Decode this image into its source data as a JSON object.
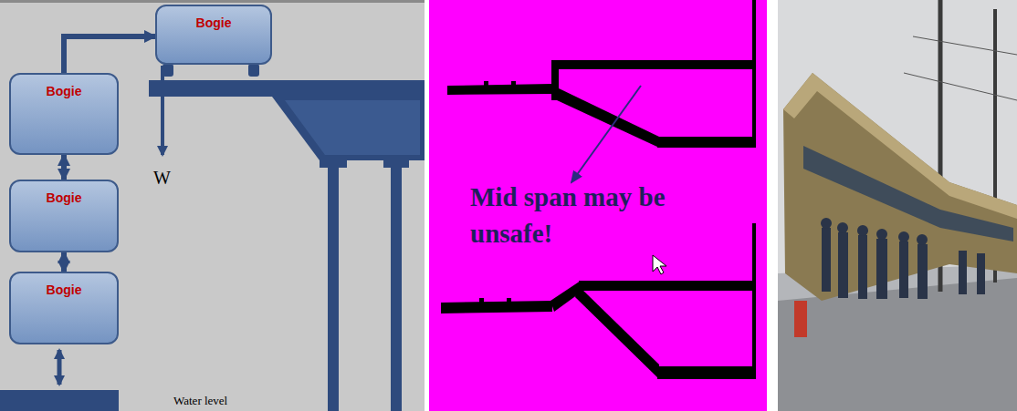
{
  "diagram": {
    "nodes": [
      {
        "text": [
          "Bogie"
        ]
      },
      {
        "text": [
          "Bogie"
        ]
      },
      {
        "text": [
          "Bogie"
        ]
      },
      {
        "text": [
          "Bogie"
        ]
      }
    ],
    "edges": [
      {
        "from": 1,
        "to": 0,
        "arrow": "to"
      },
      {
        "from": 1,
        "to": 2,
        "arrow": "both"
      },
      {
        "from": 2,
        "to": 3,
        "arrow": "both"
      }
    ],
    "labels": [
      "W",
      "Water level",
      "Mid span may be unsafe!"
    ]
  }
}
